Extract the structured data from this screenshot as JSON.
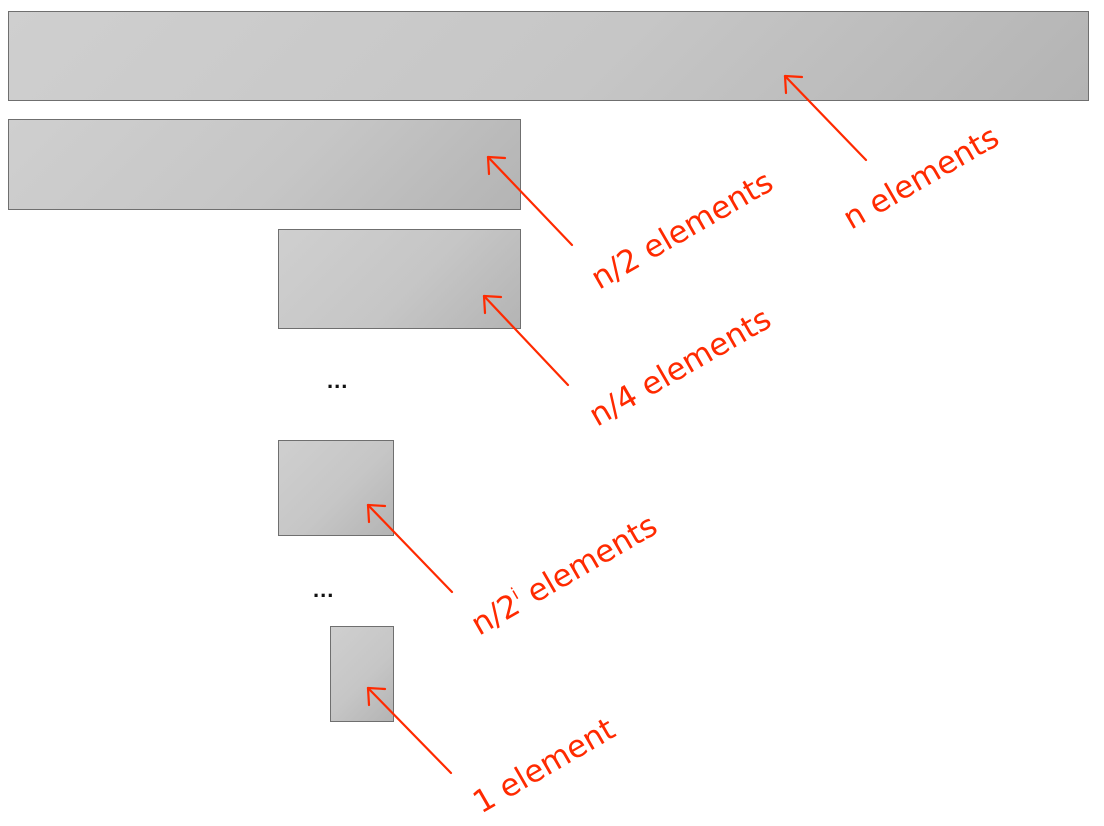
{
  "accent_color": "#ff2a00",
  "bar_color": "#c8c8c8",
  "ellipsis": [
    "...",
    "..."
  ],
  "labels": {
    "n": "n elements",
    "n_half": "n/2 elements",
    "n_quarter": "n/4 elements",
    "n_2i_prefix": "n/2",
    "n_2i_exponent": "i",
    "n_2i_suffix": " elements",
    "one": "1 element"
  }
}
